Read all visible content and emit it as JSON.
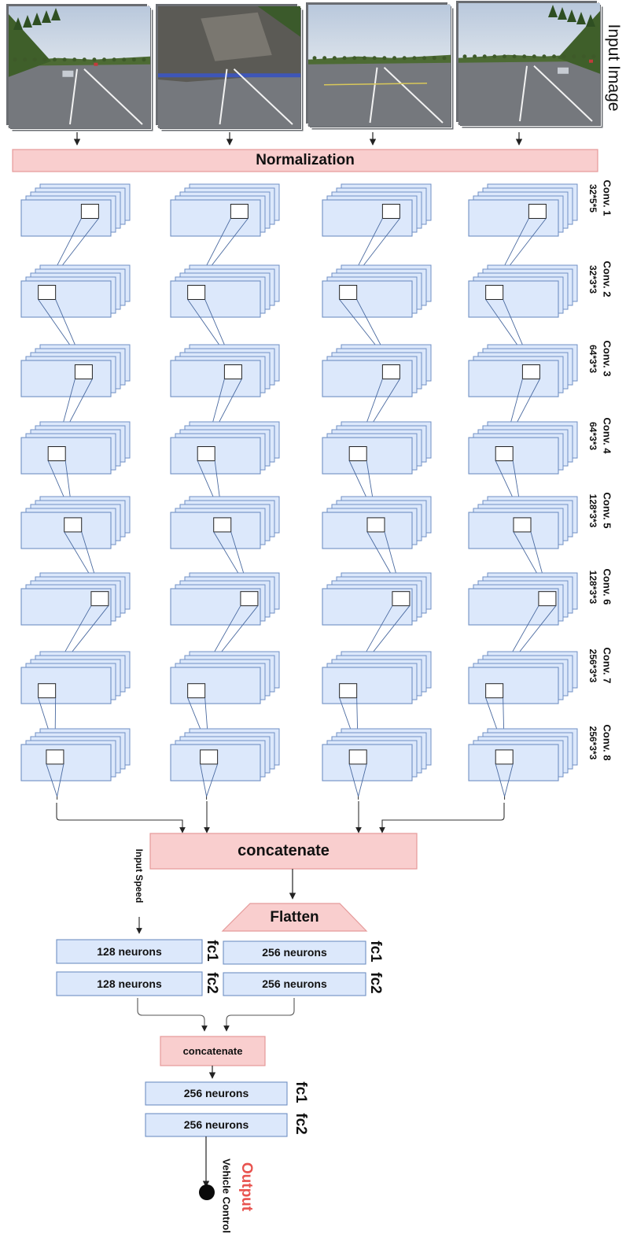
{
  "header": {
    "input_image_label": "Input Image"
  },
  "normalization_label": "Normalization",
  "conv_layers": [
    {
      "name": "Conv. 1",
      "size": "32*5*5"
    },
    {
      "name": "Conv. 2",
      "size": "32*3*3"
    },
    {
      "name": "Conv. 3",
      "size": "64*3*3"
    },
    {
      "name": "Conv. 4",
      "size": "64*3*3"
    },
    {
      "name": "Conv. 5",
      "size": "128*3*3"
    },
    {
      "name": "Conv. 6",
      "size": "128*3*3"
    },
    {
      "name": "Conv. 7",
      "size": "256*3*3"
    },
    {
      "name": "Conv. 8",
      "size": "256*3*3"
    }
  ],
  "concat_main_label": "concatenate",
  "flatten_label": "Flatten",
  "input_speed_label": "Input Speed",
  "speed_branch": {
    "fc1_label": "128 neurons",
    "fc2_label": "128 neurons"
  },
  "image_branch": {
    "fc1_label": "256 neurons",
    "fc2_label": "256 neurons"
  },
  "fc_tags": {
    "fc1": "fc1",
    "fc2": "fc2"
  },
  "concat_small_label": "concatenate",
  "final_fc": {
    "fc1_label": "256 neurons",
    "fc2_label": "256 neurons"
  },
  "output": {
    "title": "Output",
    "subtitle": "Vehicle Control"
  },
  "colors": {
    "salmon_fill": "#f9cece",
    "salmon_stroke": "#e59a9a",
    "blue_fill": "#dce8fb",
    "blue_stroke": "#6f8fc4",
    "output_red": "#e8534f"
  }
}
